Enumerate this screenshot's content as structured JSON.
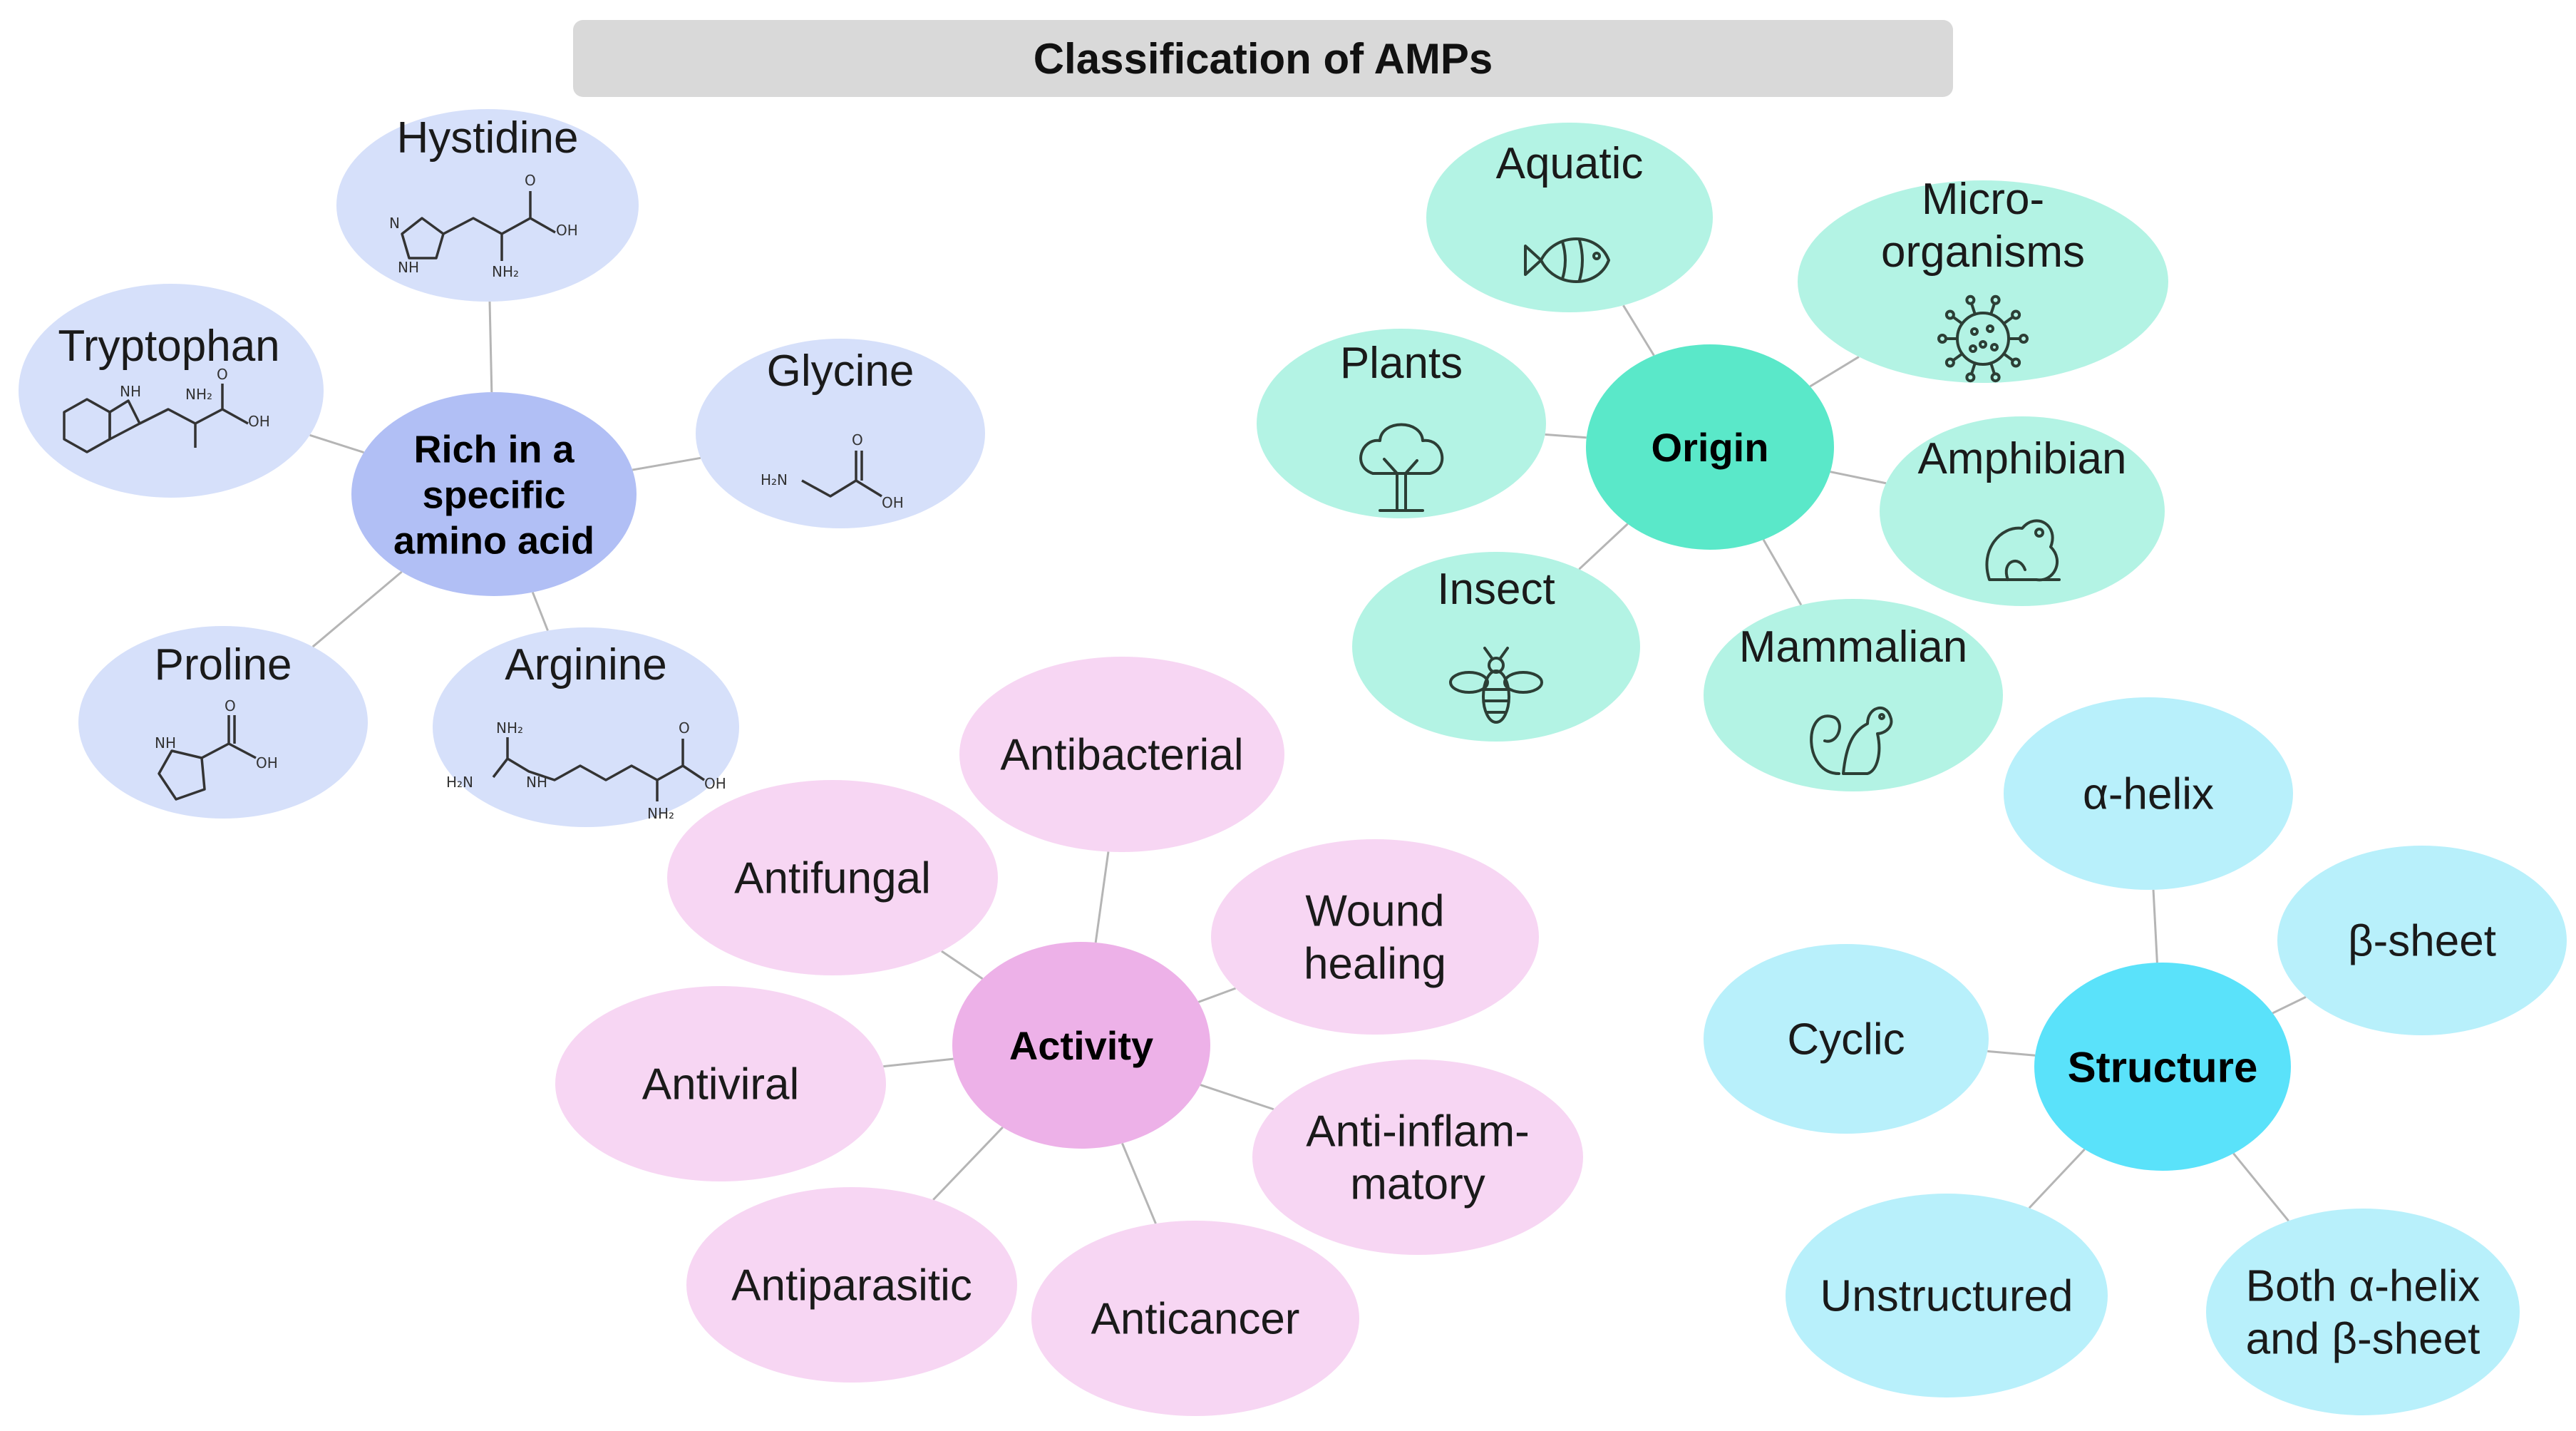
{
  "title": "Classification of AMPs",
  "colors": {
    "amino_center": "#b1bff5",
    "amino_leaf": "#d6e0fa",
    "origin_center": "#5ae8c9",
    "origin_leaf": "#b3f3e4",
    "activity_center": "#edb1e8",
    "activity_leaf": "#f7d6f3",
    "structure_center": "#5ae2fa",
    "structure_leaf": "#b8f0fb",
    "connector": "#b5b5b5"
  },
  "groups": {
    "amino": {
      "center": [
        "Rich in a",
        "specific",
        "amino acid"
      ],
      "leaves": [
        {
          "id": "hystidine",
          "label": [
            "Hystidine"
          ],
          "icon": "histidine-structure"
        },
        {
          "id": "tryptophan",
          "label": [
            "Tryptophan"
          ],
          "icon": "tryptophan-structure"
        },
        {
          "id": "glycine",
          "label": [
            "Glycine"
          ],
          "icon": "glycine-structure"
        },
        {
          "id": "proline",
          "label": [
            "Proline"
          ],
          "icon": "proline-structure"
        },
        {
          "id": "arginine",
          "label": [
            "Arginine"
          ],
          "icon": "arginine-structure"
        }
      ]
    },
    "origin": {
      "center": [
        "Origin"
      ],
      "leaves": [
        {
          "id": "aquatic",
          "label": [
            "Aquatic"
          ],
          "icon": "fish-icon"
        },
        {
          "id": "microorganisms",
          "label": [
            "Micro-",
            "organisms"
          ],
          "icon": "virus-icon"
        },
        {
          "id": "plants",
          "label": [
            "Plants"
          ],
          "icon": "tree-icon"
        },
        {
          "id": "amphibian",
          "label": [
            "Amphibian"
          ],
          "icon": "frog-icon"
        },
        {
          "id": "insect",
          "label": [
            "Insect"
          ],
          "icon": "bee-icon"
        },
        {
          "id": "mammalian",
          "label": [
            "Mammalian"
          ],
          "icon": "squirrel-icon"
        }
      ]
    },
    "activity": {
      "center": [
        "Activity"
      ],
      "leaves": [
        {
          "id": "antibacterial",
          "label": [
            "Antibacterial"
          ]
        },
        {
          "id": "antifungal",
          "label": [
            "Antifungal"
          ]
        },
        {
          "id": "wound",
          "label": [
            "Wound",
            "healing"
          ]
        },
        {
          "id": "antiviral",
          "label": [
            "Antiviral"
          ]
        },
        {
          "id": "antiinflammatory",
          "label": [
            "Anti-inflam-",
            "matory"
          ]
        },
        {
          "id": "antiparasitic",
          "label": [
            "Antiparasitic"
          ]
        },
        {
          "id": "anticancer",
          "label": [
            "Anticancer"
          ]
        }
      ]
    },
    "structure": {
      "center": [
        "Structure"
      ],
      "leaves": [
        {
          "id": "alpha",
          "label": [
            "α-helix"
          ]
        },
        {
          "id": "beta",
          "label": [
            "β-sheet"
          ]
        },
        {
          "id": "cyclic",
          "label": [
            "Cyclic"
          ]
        },
        {
          "id": "unstructured",
          "label": [
            "Unstructured"
          ]
        },
        {
          "id": "both",
          "label": [
            "Both α-helix",
            "and β-sheet"
          ]
        }
      ]
    }
  },
  "molecule_labels": {
    "OH": "OH",
    "NH": "NH",
    "NH2": "NH₂",
    "H2N": "H₂N",
    "O": "O",
    "N": "N"
  }
}
